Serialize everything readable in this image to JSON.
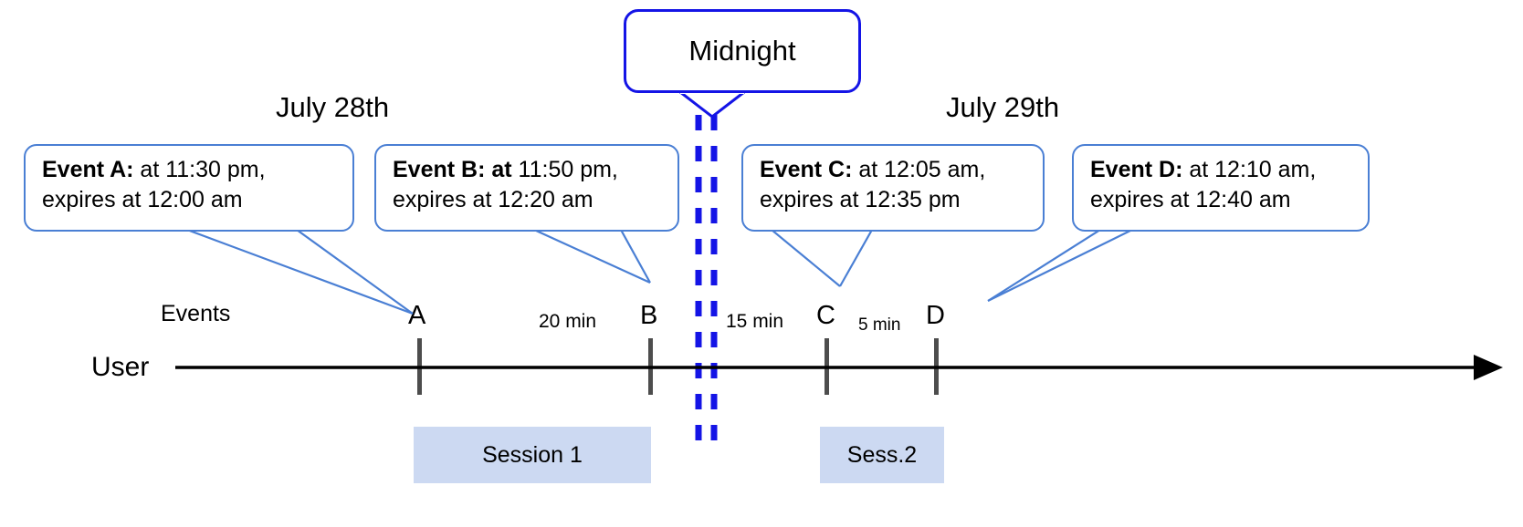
{
  "diagram": {
    "title_bubble": {
      "label": "Midnight"
    },
    "dates": [
      {
        "label": "July 28th"
      },
      {
        "label": "July 29th"
      }
    ],
    "axis": {
      "row_label": "User",
      "events_label": "Events"
    },
    "callouts": [
      {
        "id": "event-a",
        "lead": "Event A:",
        "rest": " at 11:30 pm,",
        "line2": "expires at 12:00 am"
      },
      {
        "id": "event-b",
        "lead": "Event B: at",
        "rest": " 11:50 pm,",
        "line2": "expires at 12:20 am"
      },
      {
        "id": "event-c",
        "lead": "Event C:",
        "rest": " at 12:05 am,",
        "line2": "expires at 12:35 pm"
      },
      {
        "id": "event-d",
        "lead": "Event D:",
        "rest": "  at 12:10 am,",
        "line2": "expires at 12:40 am"
      }
    ],
    "markers": [
      {
        "id": "marker-a",
        "label": "A"
      },
      {
        "id": "marker-b",
        "label": "B"
      },
      {
        "id": "marker-c",
        "label": "C"
      },
      {
        "id": "marker-d",
        "label": "D"
      }
    ],
    "intervals": [
      {
        "id": "gap-a-b",
        "label": "20 min"
      },
      {
        "id": "gap-b-c",
        "label": "15 min"
      },
      {
        "id": "gap-c-d",
        "label": "5 min"
      }
    ],
    "sessions": [
      {
        "id": "session-1",
        "label": "Session 1"
      },
      {
        "id": "session-2",
        "label": "Sess.2"
      }
    ],
    "colors": {
      "callout_border": "#4a7fd4",
      "midnight_border": "#1414e6",
      "midnight_dash": "#1414e6",
      "session_fill": "#ccd9f2",
      "tick": "#4d4d4d",
      "axis": "#000000",
      "leader": "#4a7fd4"
    }
  }
}
